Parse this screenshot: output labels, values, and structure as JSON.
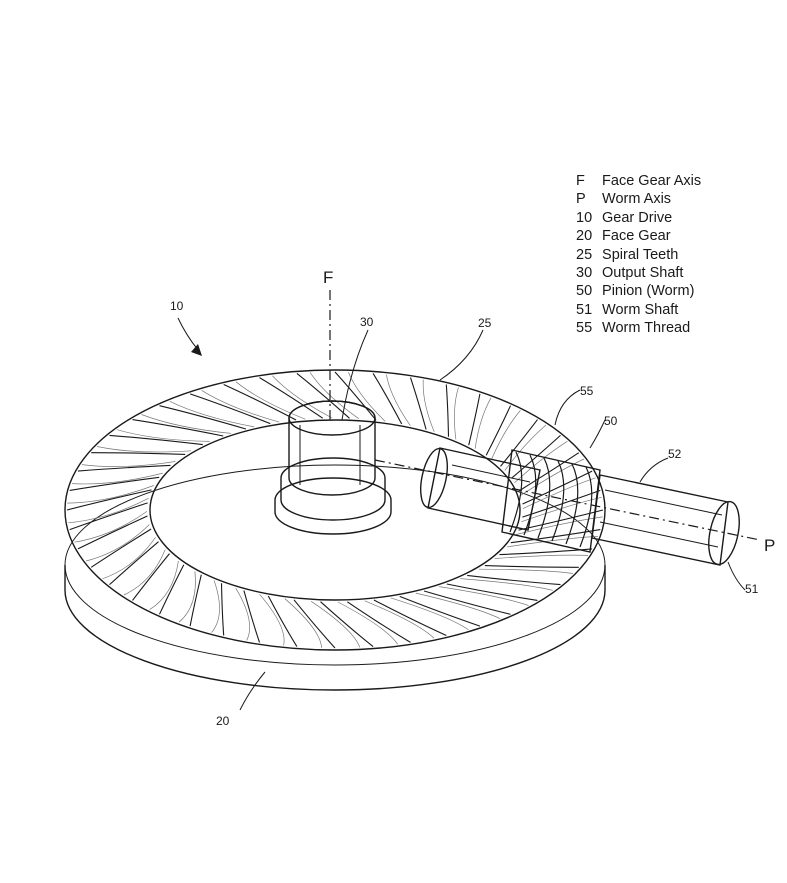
{
  "legend": [
    {
      "key": "F",
      "label": "Face Gear Axis"
    },
    {
      "key": "P",
      "label": "Worm Axis"
    },
    {
      "key": "10",
      "label": "Gear Drive"
    },
    {
      "key": "20",
      "label": "Face Gear"
    },
    {
      "key": "25",
      "label": "Spiral Teeth"
    },
    {
      "key": "30",
      "label": "Output Shaft"
    },
    {
      "key": "50",
      "label": "Pinion (Worm)"
    },
    {
      "key": "51",
      "label": "Worm Shaft"
    },
    {
      "key": "55",
      "label": "Worm Thread"
    }
  ],
  "refs": {
    "f_axis": "F",
    "p_axis": "P",
    "r10": "10",
    "r20": "20",
    "r25": "25",
    "r30": "30",
    "r50": "50",
    "r51": "51",
    "r52": "52",
    "r55": "55"
  },
  "drawing": {
    "gear_tooth_count": 44,
    "worm_thread_count": 6
  }
}
